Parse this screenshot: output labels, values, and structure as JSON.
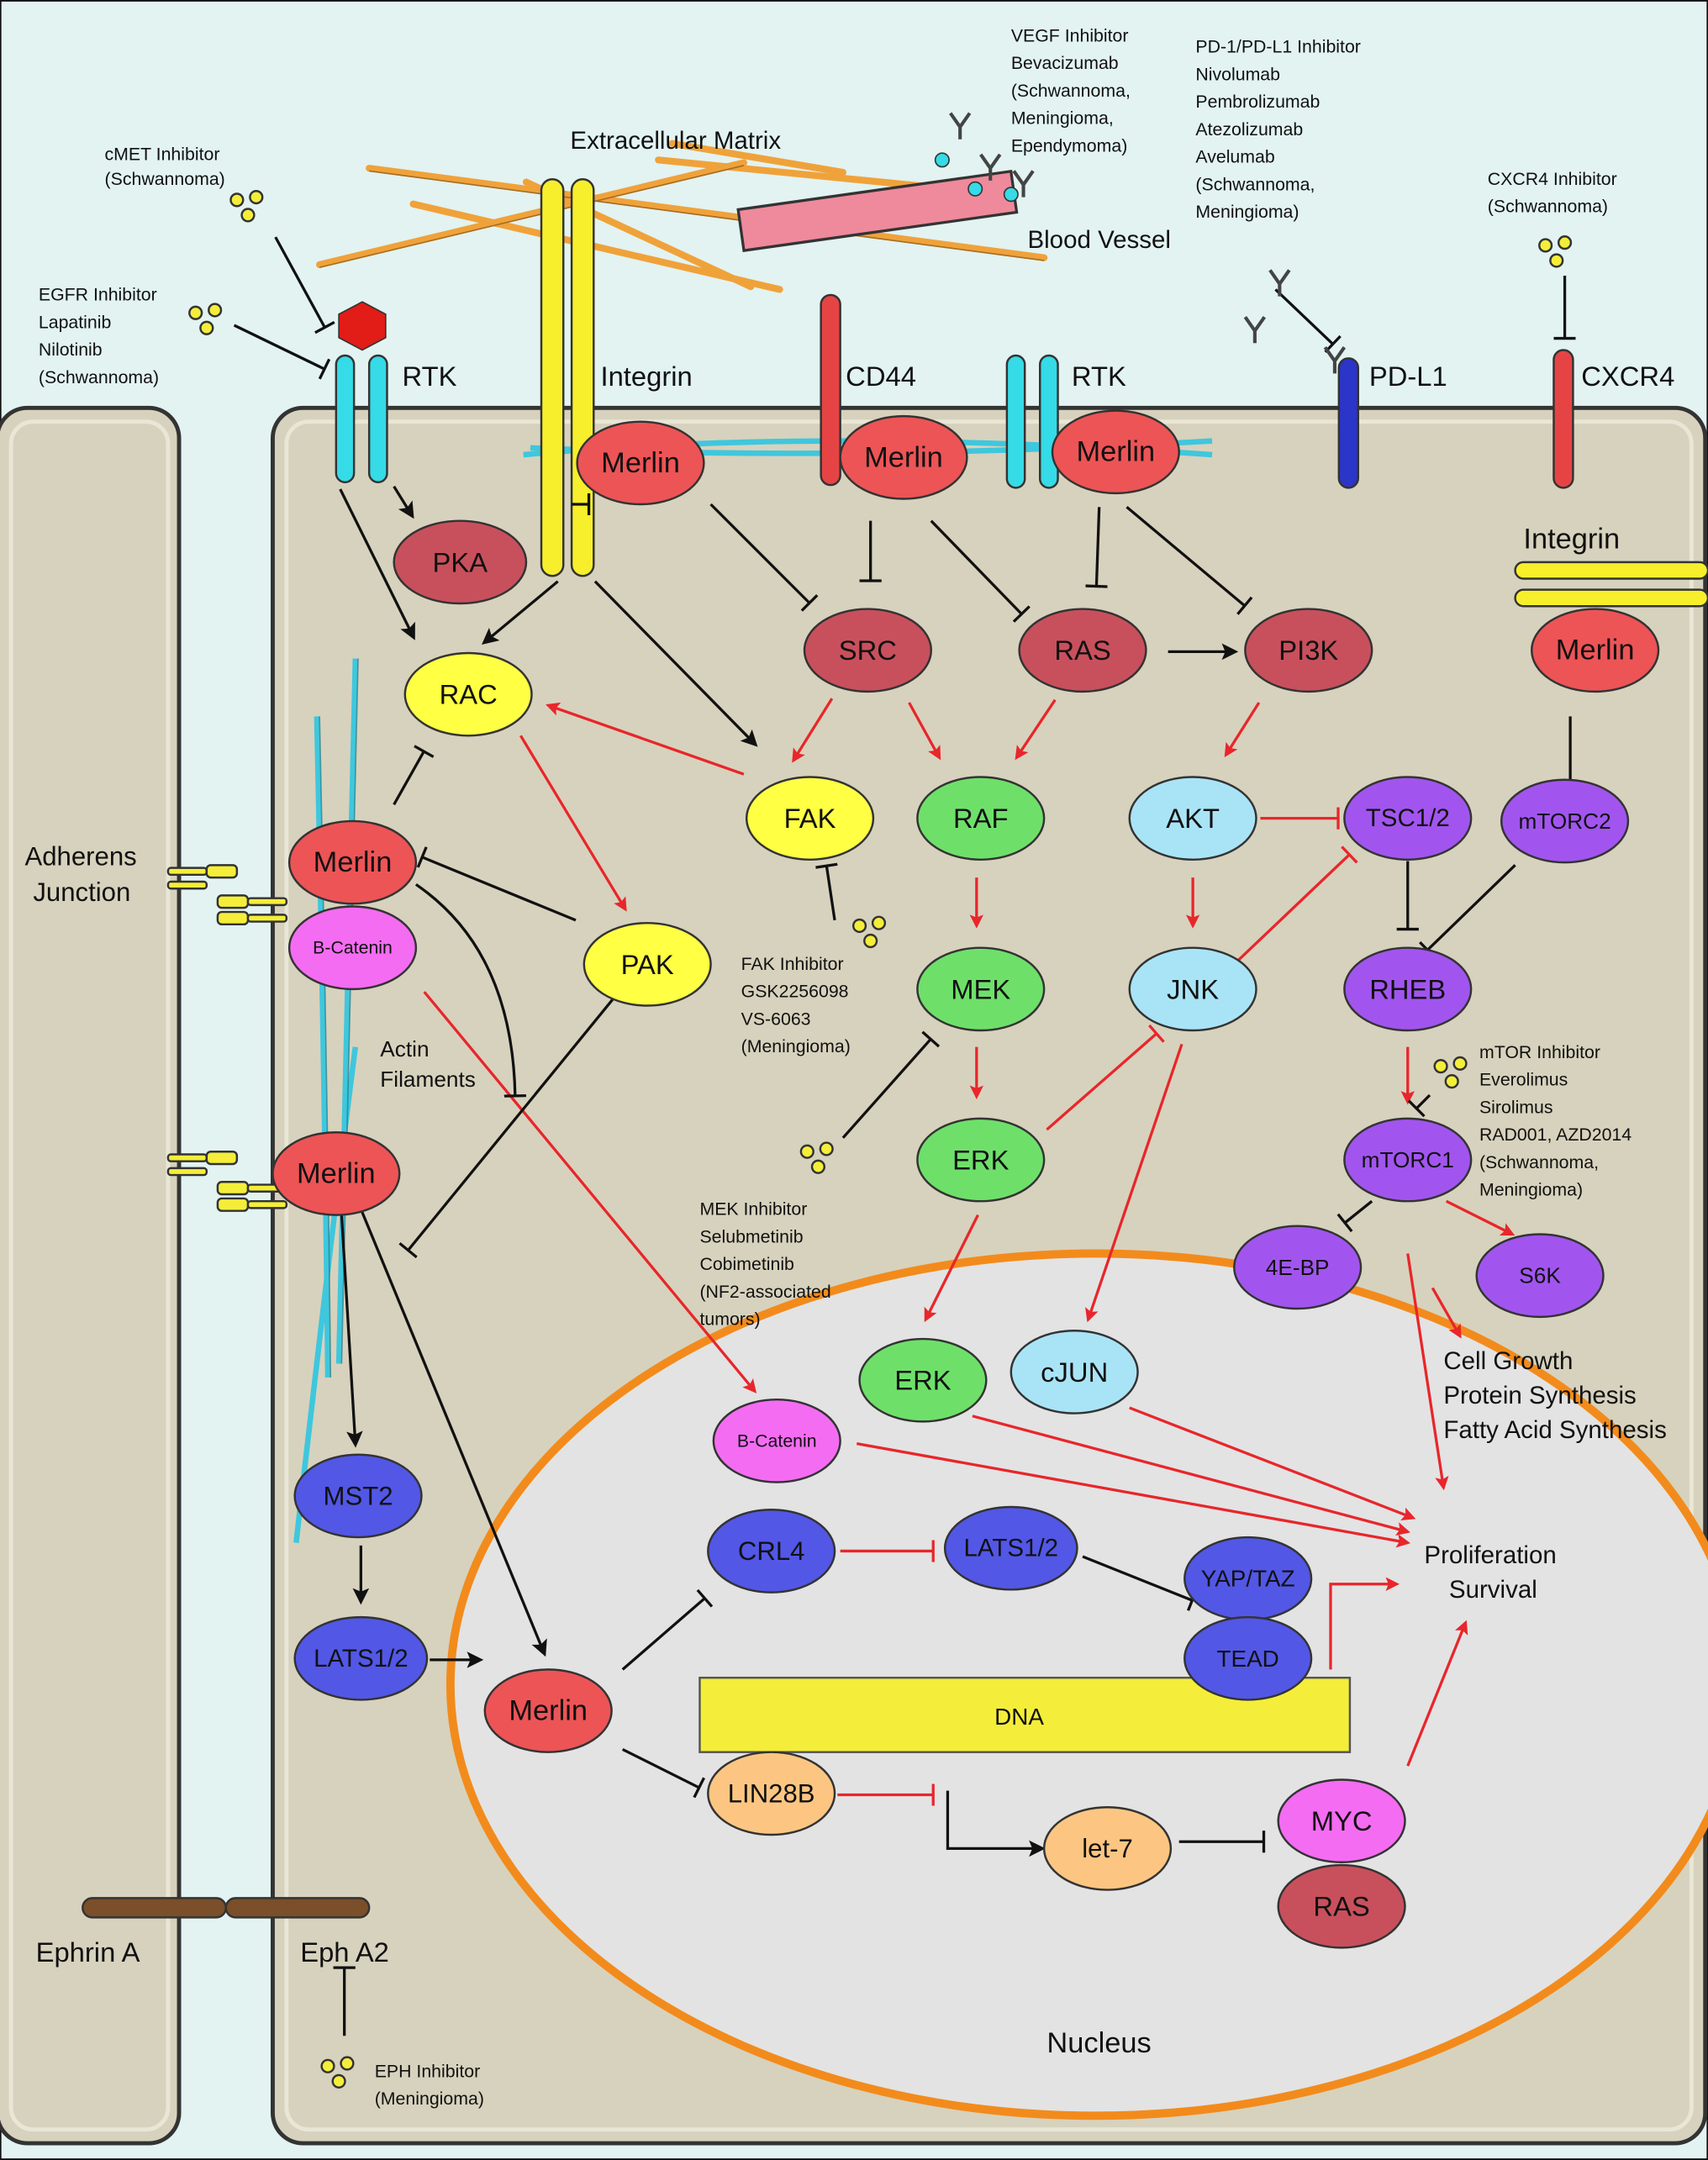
{
  "colors": {
    "page_bg": "#e2f3f1",
    "cytoplasm": "#d7d2bd",
    "nucleus": "#e3e3e3",
    "nuclear_envelope": "#f28b1c",
    "red_node": "#ed5456",
    "darkred_node": "#c8505c",
    "yellow_node": "#ffff44",
    "green_node": "#6ee06a",
    "cyan_node": "#a9e4f6",
    "purple_node": "#a155ee",
    "blue_node": "#5257e6",
    "magenta_node": "#f46cf2",
    "orange_node": "#fcc682",
    "activation_arrow": "#e8262b",
    "inhibition_line": "#111111"
  },
  "labels": {
    "extracellular_matrix": "Extracellular Matrix",
    "blood_vessel": "Blood Vessel",
    "rtk_left": "RTK",
    "integrin_top": "Integrin",
    "cd44": "CD44",
    "rtk_mid": "RTK",
    "pdl1": "PD-L1",
    "cxcr4": "CXCR4",
    "integrin_right": "Integrin",
    "adherens_junction": [
      "Adherens",
      "Junction"
    ],
    "actin_filaments": [
      "Actin",
      "Filaments"
    ],
    "ephrin_a": "Ephrin A",
    "eph_a2": "Eph A2",
    "nucleus": "Nucleus",
    "dna": "DNA",
    "cell_growth": [
      "Cell Growth",
      "Protein Synthesis",
      "Fatty Acid Synthesis"
    ],
    "proliferation": [
      "Proliferation",
      "Survival"
    ]
  },
  "inhibitors": {
    "cmet": [
      "cMET Inhibitor",
      "(Schwannoma)"
    ],
    "egfr": [
      "EGFR Inhibitor",
      "Lapatinib",
      "Nilotinib",
      "(Schwannoma)"
    ],
    "vegf": [
      "VEGF Inhibitor",
      "Bevacizumab",
      "(Schwannoma,",
      "Meningioma,",
      "Ependymoma)"
    ],
    "pd1": [
      "PD-1/PD-L1 Inhibitor",
      "Nivolumab",
      "Pembrolizumab",
      "Atezolizumab",
      "Avelumab",
      "(Schwannoma,",
      "Meningioma)"
    ],
    "cxcr4": [
      "CXCR4 Inhibitor",
      "(Schwannoma)"
    ],
    "fak": [
      "FAK Inhibitor",
      "GSK2256098",
      "VS-6063",
      "(Meningioma)"
    ],
    "mek": [
      "MEK Inhibitor",
      "Selubmetinib",
      "Cobimetinib",
      "(NF2-associated",
      "tumors)"
    ],
    "mtor": [
      "mTOR Inhibitor",
      "Everolimus",
      "Sirolimus",
      "RAD001, AZD2014",
      "(Schwannoma,",
      "Meningioma)"
    ],
    "eph": [
      "EPH Inhibitor",
      "(Meningioma)"
    ]
  },
  "nodes": {
    "merlin_integrin": "Merlin",
    "merlin_cd44": "Merlin",
    "merlin_rtk": "Merlin",
    "pka": "PKA",
    "rac": "RAC",
    "src": "SRC",
    "ras": "RAS",
    "pi3k": "PI3K",
    "merlin_right": "Merlin",
    "fak": "FAK",
    "raf": "RAF",
    "akt": "AKT",
    "tsc": "TSC1/2",
    "mtorc2": "mTORC2",
    "merlin_aj": "Merlin",
    "bcatenin_aj": "B-Catenin",
    "pak": "PAK",
    "mek": "MEK",
    "jnk": "JNK",
    "rheb": "RHEB",
    "mtorc1": "mTORC1",
    "erk": "ERK",
    "merlin_lower": "Merlin",
    "ebp": "4E-BP",
    "s6k": "S6K",
    "erk_nuc": "ERK",
    "cjun": "cJUN",
    "bcatenin_nuc": "B-Catenin",
    "mst2": "MST2",
    "crl4": "CRL4",
    "lats_nuc": "LATS1/2",
    "yaptaz": "YAP/TAZ",
    "tead": "TEAD",
    "lats_cyto": "LATS1/2",
    "merlin_nuc": "Merlin",
    "lin28b": "LIN28B",
    "let7": "let-7",
    "myc": "MYC",
    "ras_nuc": "RAS"
  }
}
